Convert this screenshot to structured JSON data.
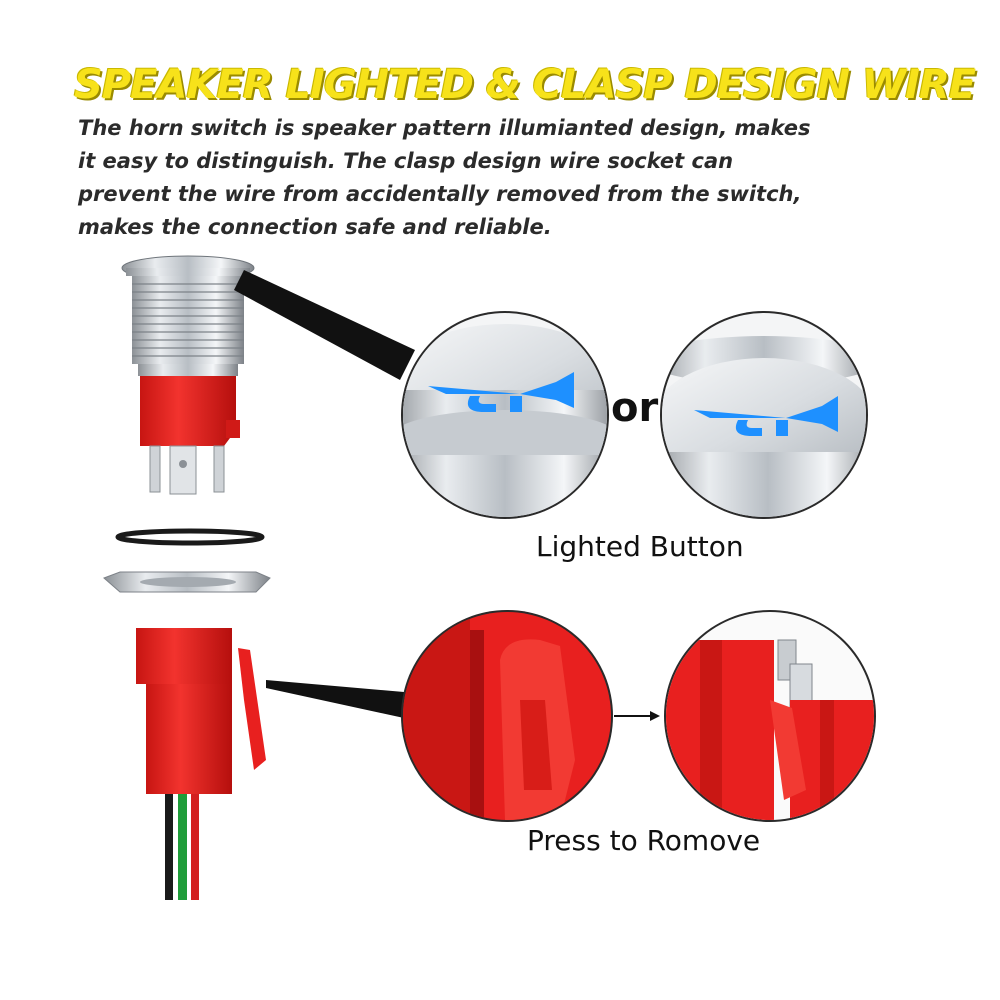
{
  "headline": "SPEAKER LIGHTED & CLASP DESIGN WIRE",
  "description": "The horn switch is speaker pattern illumianted design, makes it easy to distinguish. The clasp design wire socket can prevent the wire from accidentally removed from the switch, makes the connection safe and reliable.",
  "connector_word": "or",
  "lighted_button_label": "Lighted Button",
  "press_remove_label": "Press to Romove",
  "colors": {
    "headline_yellow": "#f7e21a",
    "connector_red": "#e8201f",
    "icon_blue": "#1e90ff",
    "wire_green": "#1f9d3a"
  }
}
